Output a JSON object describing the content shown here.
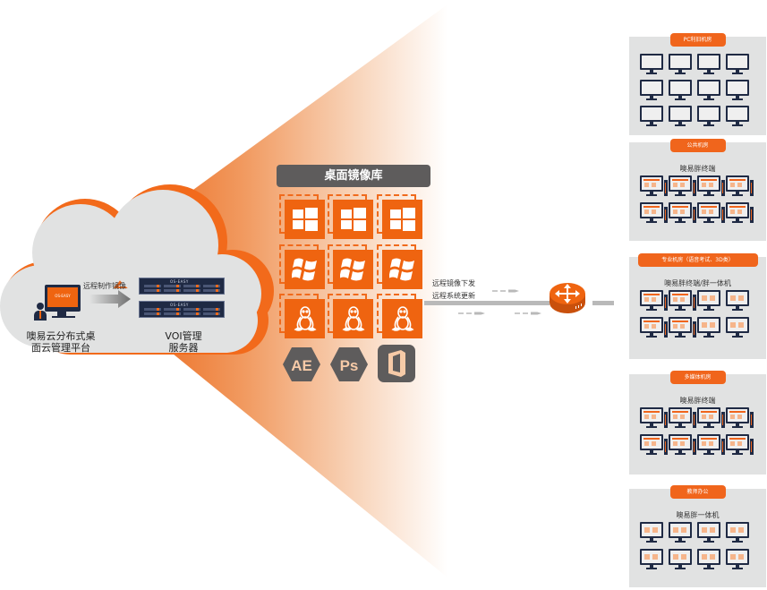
{
  "cloud": {
    "platform_label_line1": "噢易云分布式桌",
    "platform_label_line2": "面云管理平台",
    "server_label_line1": "VOI管理",
    "server_label_line2": "服务器",
    "arrow_label": "远程制作镜像",
    "monitor_brand": "OS-EASY",
    "server_brand": "OS-EASY"
  },
  "library": {
    "title": "桌面镜像库",
    "rows": [
      {
        "os": "windows-10",
        "count": 3
      },
      {
        "os": "windows-xp",
        "count": 3
      },
      {
        "os": "linux",
        "count": 3
      }
    ],
    "apps": [
      {
        "name": "ae-icon",
        "label": "AE"
      },
      {
        "name": "ps-icon",
        "label": "Ps"
      },
      {
        "name": "office-icon",
        "label": ""
      }
    ]
  },
  "distribution": {
    "line1": "远程镜像下发",
    "line2": "远程系统更新"
  },
  "colors": {
    "accent": "#ef6410",
    "dark_gray": "#5e5c5c",
    "panel_gray": "#e1e2e2",
    "navy": "#1f2a44"
  },
  "rooms": [
    {
      "tag": "PC利旧机房",
      "subtitle": "",
      "layout": "pc-plain",
      "rows": 3,
      "cols": 4
    },
    {
      "tag": "公共机房",
      "subtitle": "噢易胖终端",
      "layout": "fat-terminal",
      "rows": 2,
      "cols": 4
    },
    {
      "tag": "专业机房（语音考试、3D类）",
      "subtitle": "噢易胖终端/胖一体机",
      "layout": "mixed",
      "rows": 2,
      "cols": 4
    },
    {
      "tag": "多媒体机房",
      "subtitle": "噢易胖终端",
      "layout": "fat-terminal",
      "rows": 2,
      "cols": 4
    },
    {
      "tag": "教师办公",
      "subtitle": "噢易胖一体机",
      "layout": "all-in-one",
      "rows": 2,
      "cols": 4
    }
  ]
}
